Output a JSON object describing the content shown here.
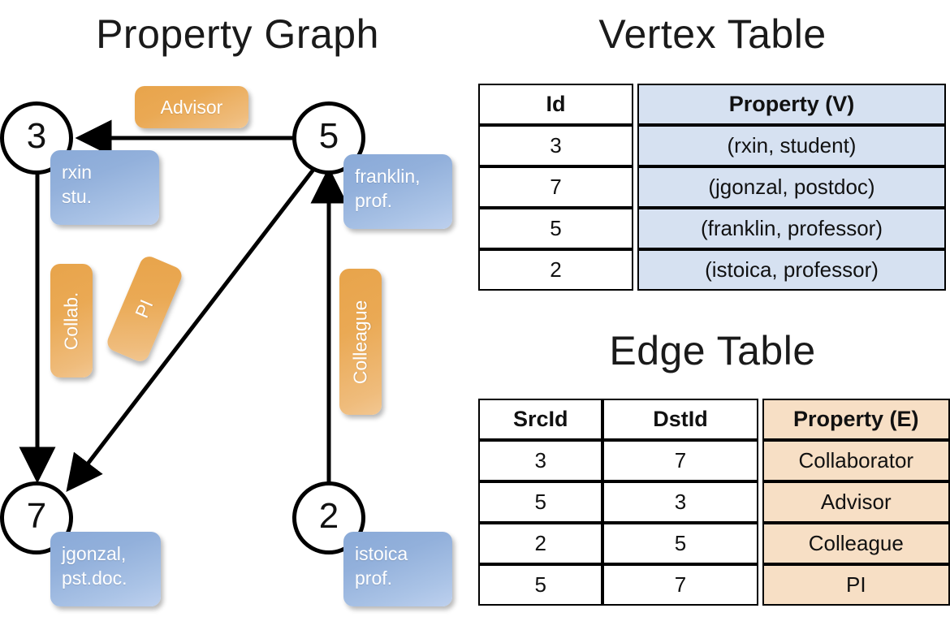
{
  "titles": {
    "property_graph": "Property Graph",
    "vertex_table": "Vertex Table",
    "edge_table": "Edge Table"
  },
  "graph": {
    "nodes": [
      {
        "id": "3",
        "property": "rxin\nstu."
      },
      {
        "id": "5",
        "property": "franklin,\nprof."
      },
      {
        "id": "7",
        "property": "jgonzal,\npst.doc."
      },
      {
        "id": "2",
        "property": "istoica\nprof."
      }
    ],
    "node_labels": {
      "n3": "3",
      "n5": "5",
      "n7": "7",
      "n2": "2"
    },
    "vertex_props": {
      "rxin_line1": "rxin",
      "rxin_line2": "stu.",
      "franklin_line1": "franklin,",
      "franklin_line2": "prof.",
      "jgonzal_line1": "jgonzal,",
      "jgonzal_line2": "pst.doc.",
      "istoica_line1": "istoica",
      "istoica_line2": "prof."
    },
    "edge_labels": {
      "advisor": "Advisor",
      "collab": "Collab.",
      "pi": "PI",
      "colleague": "Colleague"
    },
    "edges": [
      {
        "from": "5",
        "to": "3",
        "label": "Advisor"
      },
      {
        "from": "3",
        "to": "7",
        "label": "Collab."
      },
      {
        "from": "5",
        "to": "7",
        "label": "PI"
      },
      {
        "from": "2",
        "to": "5",
        "label": "Colleague"
      }
    ]
  },
  "vertex_table": {
    "columns": [
      "Id",
      "Property (V)"
    ],
    "col_id": "Id",
    "col_property": "Property (V)",
    "rows": [
      {
        "id": "3",
        "property": "(rxin, student)"
      },
      {
        "id": "7",
        "property": "(jgonzal, postdoc)"
      },
      {
        "id": "5",
        "property": "(franklin, professor)"
      },
      {
        "id": "2",
        "property": "(istoica, professor)"
      }
    ]
  },
  "edge_table": {
    "columns": [
      "SrcId",
      "DstId",
      "Property (E)"
    ],
    "col_src": "SrcId",
    "col_dst": "DstId",
    "col_property": "Property (E)",
    "rows": [
      {
        "src": "3",
        "dst": "7",
        "property": "Collaborator"
      },
      {
        "src": "5",
        "dst": "3",
        "property": "Advisor"
      },
      {
        "src": "2",
        "dst": "5",
        "property": "Colleague"
      },
      {
        "src": "5",
        "dst": "7",
        "property": "PI"
      }
    ]
  },
  "colors": {
    "vertex_header_fill": "#d6e1f1",
    "edge_header_fill": "#f7dfc5",
    "vertex_callout": "#8aaad8",
    "edge_callout": "#e8a44b",
    "stroke": "#000000",
    "background": "#ffffff"
  }
}
